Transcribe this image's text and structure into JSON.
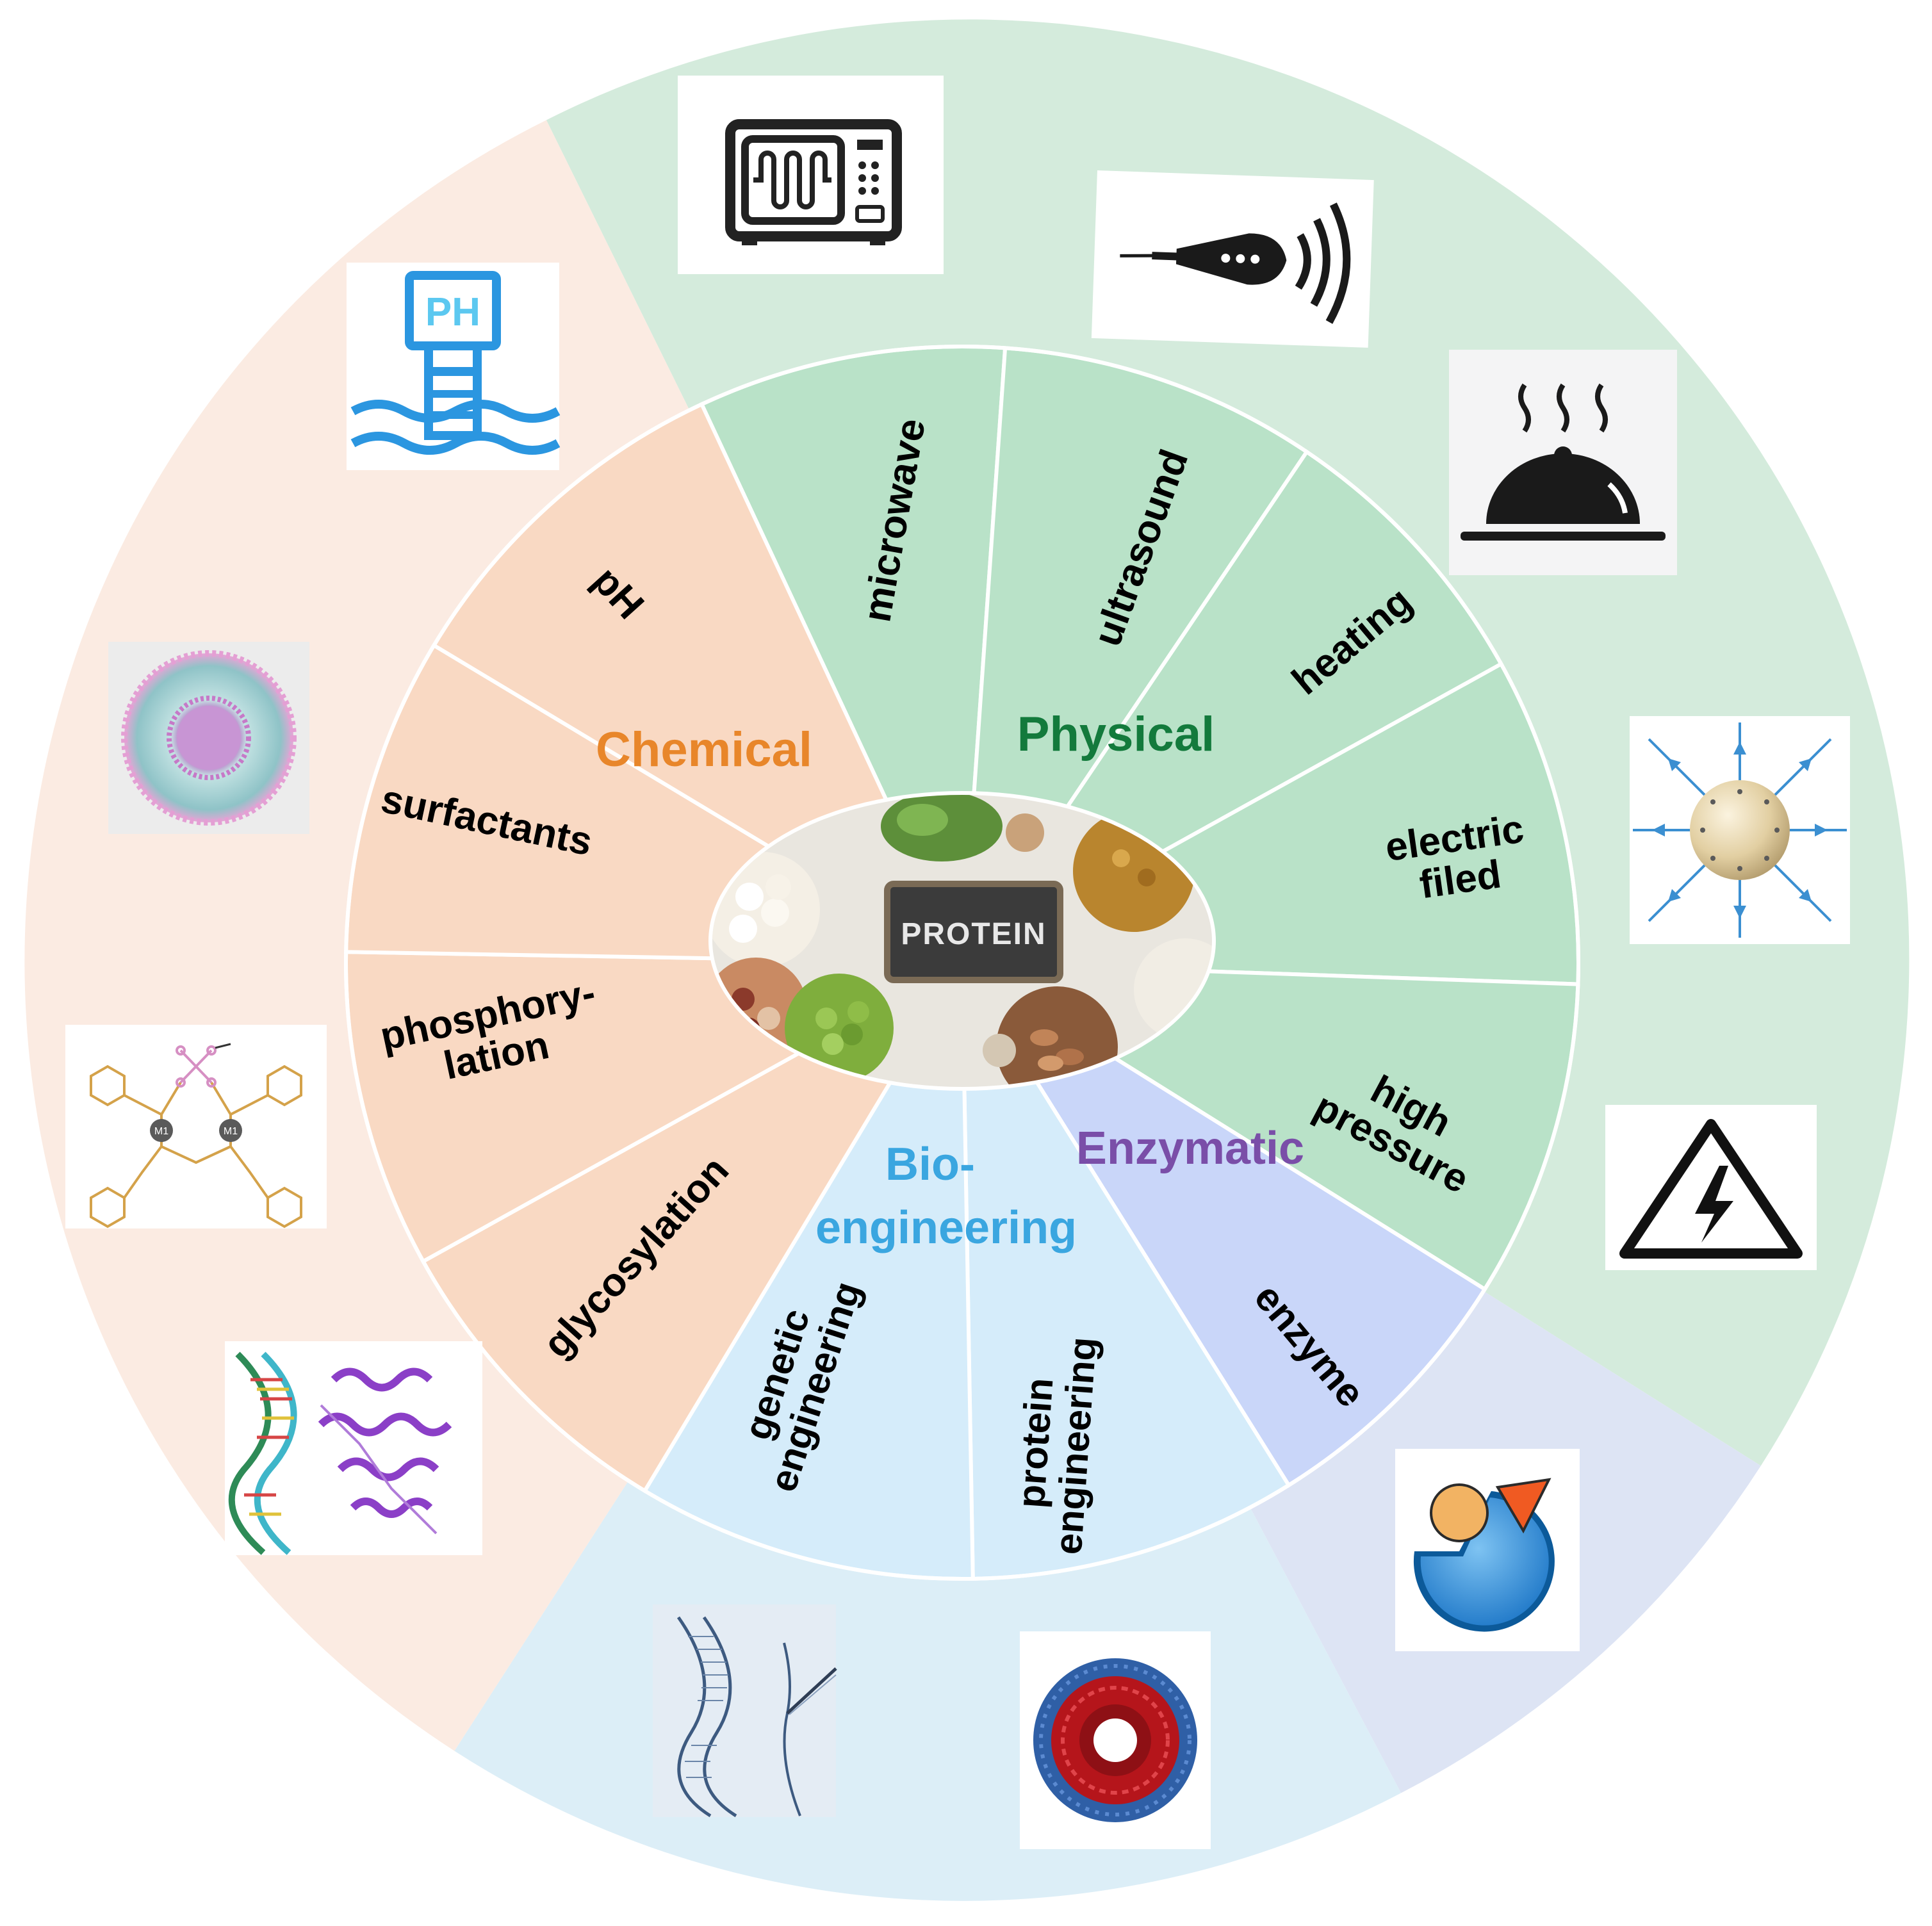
{
  "colors": {
    "physical_outer": "#d4ebdc",
    "physical_inner": "#b9e2c8",
    "physical_text": "#137a3c",
    "chemical_outer": "#fbebe2",
    "chemical_inner": "#f9d9c3",
    "chemical_text": "#e8862a",
    "bio_outer": "#dceef7",
    "bio_inner": "#d5ecfa",
    "bio_text": "#3aa6e0",
    "enzyme_outer": "#dde4f4",
    "enzyme_inner": "#c9d6f9",
    "enzyme_text": "#7a4ea8",
    "divider": "#ffffff"
  },
  "center": {
    "label": "PROTEIN",
    "icon": "protein-food-bowls-photo"
  },
  "categories": {
    "physical": "Physical",
    "chemical": "Chemical",
    "bio_line1": "Bio-",
    "bio_line2": "engineering",
    "enzymatic": "Enzymatic"
  },
  "segments": {
    "microwave": {
      "l1": "microwave"
    },
    "ultrasound": {
      "l1": "ultrasound"
    },
    "heating": {
      "l1": "heating"
    },
    "electric": {
      "l1": "electric",
      "l2": "filed"
    },
    "pressure": {
      "l1": "high",
      "l2": "pressure"
    },
    "enzyme": {
      "l1": "enzyme"
    },
    "protein_eng": {
      "l1": "protein",
      "l2": "engineering"
    },
    "genetic_eng": {
      "l1": "genetic",
      "l2": "engineering"
    },
    "glycosylation": {
      "l1": "glycosylation"
    },
    "phosphorylation": {
      "l1": "phosphory-",
      "l2": "lation"
    },
    "surfactants": {
      "l1": "surfactants"
    },
    "ph": {
      "l1": "pH"
    }
  },
  "icons": {
    "ph_meter": {
      "name": "ph-meter-icon",
      "text": "PH"
    },
    "liposome": {
      "name": "liposome-icon"
    },
    "phosphate": {
      "name": "phosphorylation-structure-icon",
      "m1": "M1",
      "m2": "M1"
    },
    "dna_protein": {
      "name": "dna-protein-icon"
    },
    "microwave": {
      "name": "microwave-oven-icon"
    },
    "ultrasound": {
      "name": "ultrasound-probe-icon"
    },
    "heating": {
      "name": "heated-dish-icon"
    },
    "electric": {
      "name": "electric-field-charge-icon"
    },
    "high_voltage": {
      "name": "high-voltage-warning-icon"
    },
    "enzyme": {
      "name": "enzyme-substrate-icon"
    },
    "gene_edit": {
      "name": "gene-editing-dna-icon"
    },
    "protein_structure": {
      "name": "protein-structure-icon"
    }
  }
}
